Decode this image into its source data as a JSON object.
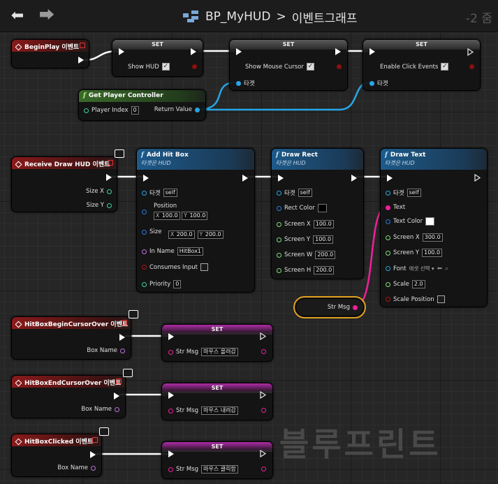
{
  "toolbar": {
    "back_icon": "arrow-left-icon",
    "forward_icon": "arrow-right-icon",
    "blueprint_icon": "blueprint-graph-icon",
    "blueprint": "BP_MyHUD",
    "separator": ">",
    "graph": "이벤트그래프",
    "zoom": "-2 줌"
  },
  "nodes": {
    "beginplay": {
      "title": "BeginPlay 이벤트"
    },
    "set1": {
      "title": "SET",
      "pin": "Show HUD",
      "checked": true
    },
    "set2": {
      "title": "SET",
      "pin": "Show Mouse Cursor",
      "checked": true,
      "target": "타겟"
    },
    "set3": {
      "title": "SET",
      "pin": "Enable Click Events",
      "checked": true,
      "target": "타겟"
    },
    "getpc": {
      "title": "Get Player Controller",
      "player_index_label": "Player Index",
      "player_index": "0",
      "return_value": "Return Value"
    },
    "receivedraw": {
      "title": "Receive Draw HUD 이벤트",
      "size_x": "Size X",
      "size_y": "Size Y"
    },
    "addhitbox": {
      "title": "Add Hit Box",
      "subtitle": "타겟은 HUD",
      "target": "타겟",
      "target_val": "self",
      "position": "Position",
      "pos_x": "100.0",
      "pos_y": "100.0",
      "size": "Size",
      "size_x": "200.0",
      "size_y": "200.0",
      "in_name": "In Name",
      "in_name_val": "HitBox1",
      "consumes": "Consumes Input",
      "priority": "Priority",
      "priority_val": "0"
    },
    "drawrect": {
      "title": "Draw Rect",
      "subtitle": "타겟은 HUD",
      "target": "타겟",
      "target_val": "self",
      "rect_color": "Rect Color",
      "sx": "Screen X",
      "sx_val": "100.0",
      "sy": "Screen Y",
      "sy_val": "100.0",
      "sw": "Screen W",
      "sw_val": "200.0",
      "sh": "Screen H",
      "sh_val": "200.0"
    },
    "drawtext": {
      "title": "Draw Text",
      "subtitle": "타겟은 HUD",
      "target": "타겟",
      "target_val": "self",
      "text": "Text",
      "text_color": "Text Color",
      "sx": "Screen X",
      "sx_val": "300.0",
      "sy": "Screen Y",
      "sy_val": "100.0",
      "font": "Font",
      "font_val": "애셋 선택",
      "scale": "Scale",
      "scale_val": "2.0",
      "scale_pos": "Scale Position"
    },
    "strmsg": {
      "title": "Str Msg"
    },
    "beginover": {
      "title": "HitBoxBeginCursorOver 이벤트",
      "box_name": "Box Name"
    },
    "endover": {
      "title": "HitBoxEndCursorOver 이벤트",
      "box_name": "Box Name"
    },
    "clicked": {
      "title": "HitBoxClicked 이벤트",
      "box_name": "Box Name"
    },
    "setmsg1": {
      "title": "SET",
      "pin": "Str Msg",
      "value": "마우스 올려감"
    },
    "setmsg2": {
      "title": "SET",
      "pin": "Str Msg",
      "value": "마우스 내려감"
    },
    "setmsg3": {
      "title": "SET",
      "pin": "Str Msg",
      "value": "마우스 클릭함"
    }
  },
  "watermark": "블루프린트",
  "colors": {
    "event": "#8a1a1a",
    "pure": "#3a6a2a",
    "function": "#1d5a8a",
    "object_pin": "#27a6e6",
    "string_pin": "#f0209a",
    "float_pin": "#7ee07a",
    "exec": "#ffffff"
  }
}
